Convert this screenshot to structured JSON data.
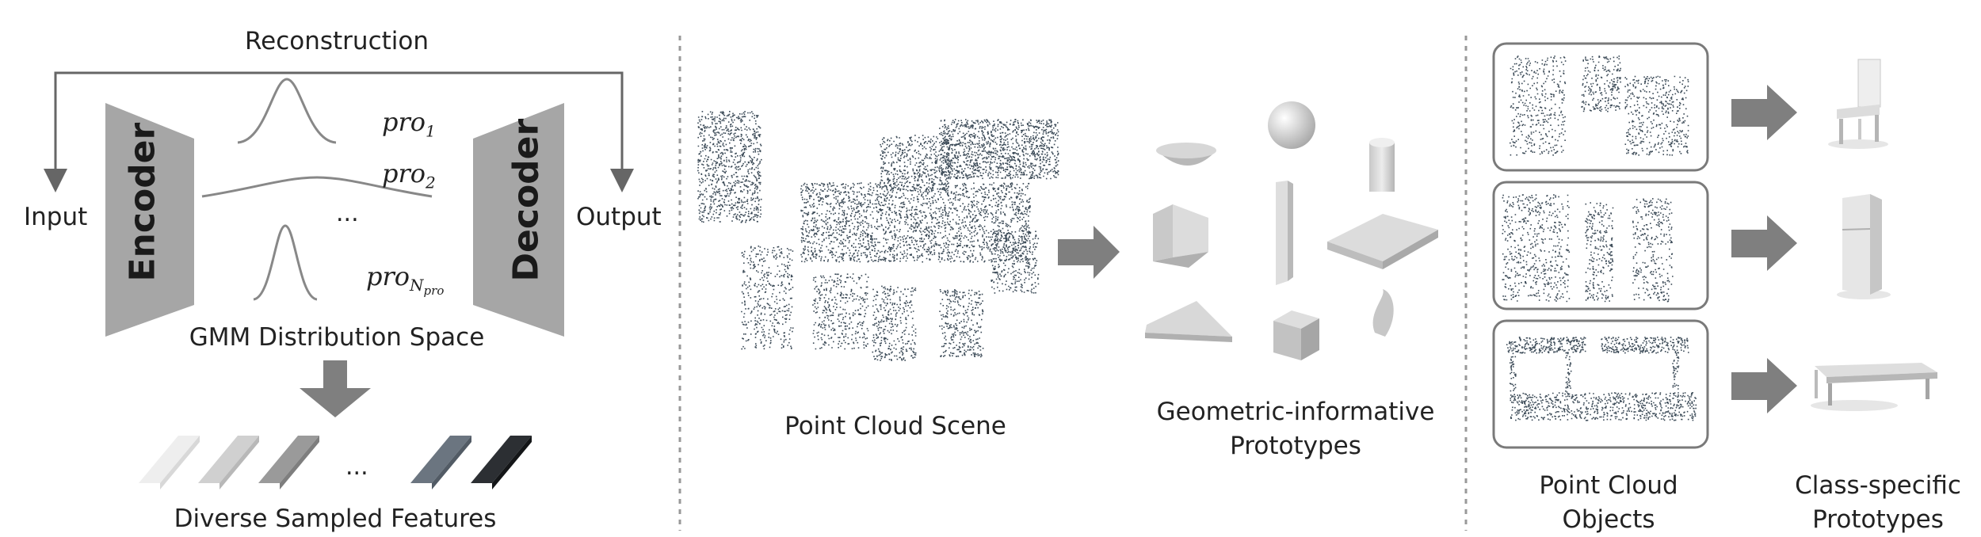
{
  "autoencoder": {
    "reconstruction_label": "Reconstruction",
    "input_label": "Input",
    "output_label": "Output",
    "encoder_label": "Encoder",
    "decoder_label": "Decoder",
    "prototype_labels": [
      "pro",
      "pro",
      "pro"
    ],
    "prototype_subscripts": [
      "1",
      "2",
      "N"
    ],
    "prototype_nested_subscript": "pro",
    "ellipsis": "...",
    "distribution_label": "GMM Distribution Space",
    "features_label": "Diverse Sampled Features",
    "features_ellipsis": "..."
  },
  "geometric": {
    "scene_label": "Point Cloud Scene",
    "prototypes_label_line1": "Geometric-informative",
    "prototypes_label_line2": "Prototypes"
  },
  "class_specific": {
    "objects_label_line1": "Point Cloud",
    "objects_label_line2": "Objects",
    "prototypes_label_line1": "Class-specific",
    "prototypes_label_line2": "Prototypes"
  },
  "colors": {
    "point_cloud": "#3b4a57",
    "arrow_gray": "#7f7f7f",
    "trapezoid_gray": "#a6a6a6",
    "divider": "#999999"
  }
}
